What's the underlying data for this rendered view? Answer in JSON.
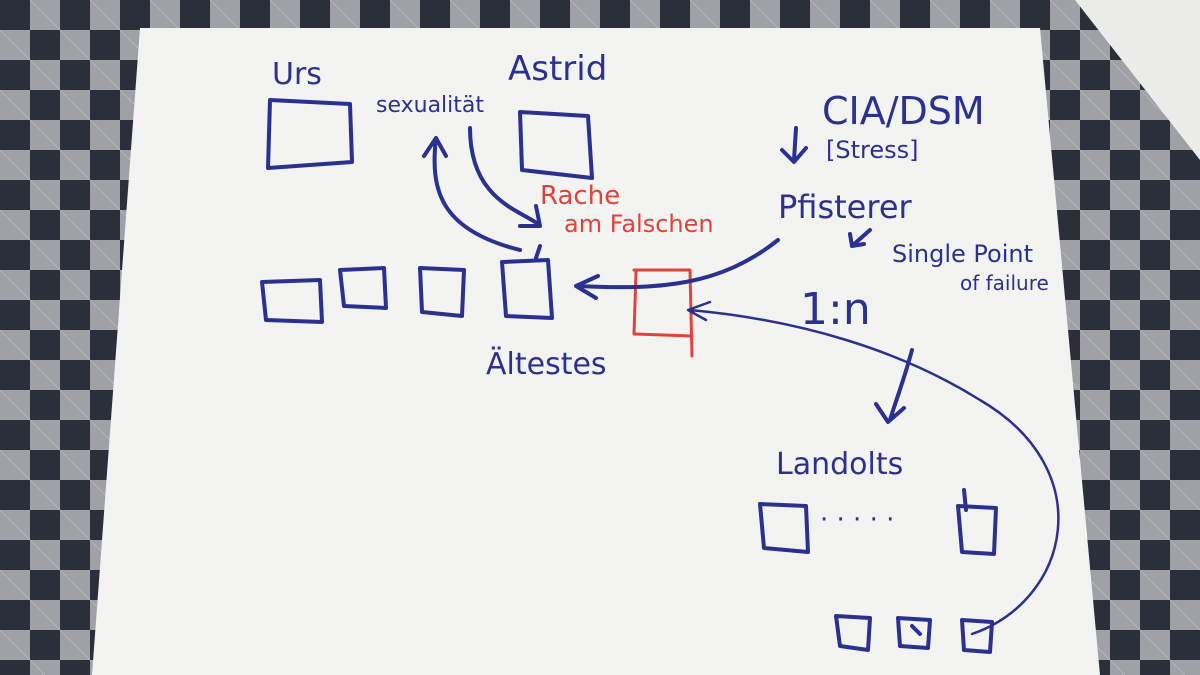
{
  "labels": {
    "urs": "Urs",
    "astrid": "Astrid",
    "sexualitaet": "sexualität",
    "cia": "CIA/DSM",
    "stress": "[Stress]",
    "rache": "Rache",
    "am_falschen": "am Falschen",
    "pfisterer": "Pfisterer",
    "single_point": "Single Point",
    "of_failure": "of failure",
    "ratio": "1:n",
    "aeltestes": "Ältestes",
    "landolts": "Landolts",
    "dots": "· · · · ·"
  },
  "colors": {
    "blue_ink": "#2b3190",
    "red_ink": "#e0433d",
    "paper": "#f3f3f1"
  }
}
